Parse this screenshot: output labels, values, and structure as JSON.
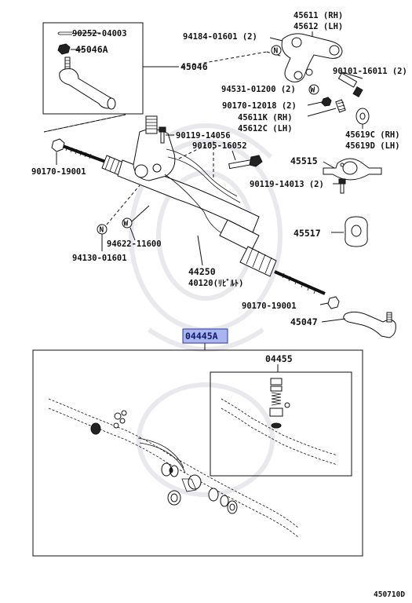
{
  "labels": {
    "p45611": "45611 (RH)",
    "p45612": "45612 (LH)",
    "p90252": "90252-04003",
    "p45046A": "45046A",
    "p94184": "94184-01601 (2)",
    "p45046": "45046",
    "p90101": "90101-16011 (2)",
    "p94531": "94531-01200 (2)",
    "p90170_12018": "90170-12018 (2)",
    "p45611K": "45611K (RH)",
    "p45612C": "45612C (LH)",
    "p45619C": "45619C (RH)",
    "p45619D": "45619D (LH)",
    "p90119_14056": "90119-14056",
    "p90105": "90105-16052",
    "p45515": "45515",
    "p90170_19001_left": "90170-19001",
    "p90119_14013": "90119-14013 (2)",
    "p94622": "94622-11600",
    "p45517": "45517",
    "p94130": "94130-01601",
    "p44250": "44250",
    "p40120": "40120(ﾘﾋﾞﾙﾄ)",
    "p90170_19001_right": "90170-19001",
    "p45047": "45047",
    "p04445A": "04445A",
    "p04455": "04455",
    "figure_code": "450710D"
  },
  "markers": {
    "n": "N",
    "w": "W"
  },
  "colors": {
    "highlight_fill": "#aab4ee",
    "highlight_border": "#2a3a9a",
    "ink": "#111111"
  }
}
